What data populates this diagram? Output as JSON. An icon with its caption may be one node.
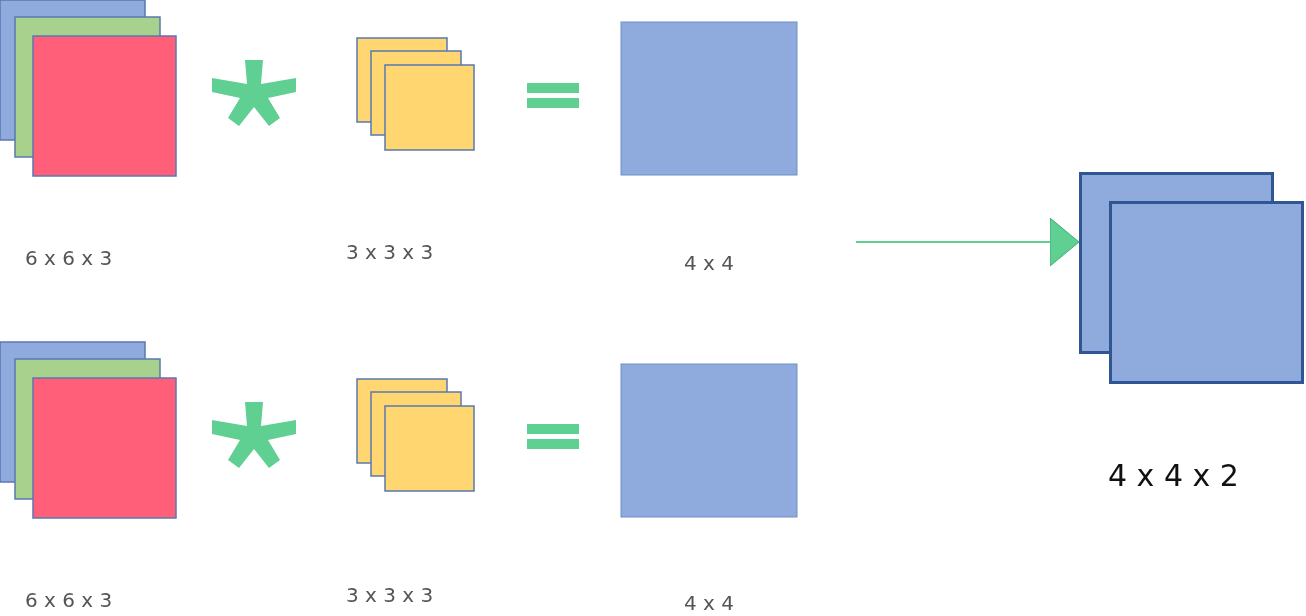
{
  "diagram": {
    "nodes": [
      {
        "text": [],
        "shape": "box"
      },
      {
        "text": [],
        "shape": "box"
      },
      {
        "text": [],
        "shape": "box"
      },
      {
        "text": [],
        "shape": "box"
      },
      {
        "text": [],
        "shape": "box"
      },
      {
        "text": [],
        "shape": "box"
      },
      {
        "text": [],
        "shape": "box"
      }
    ],
    "edges": [
      {
        "from": null,
        "to": 6,
        "arrow": "to"
      }
    ],
    "labels": [
      "6 x 6 x 3",
      "3 x 3 x 3",
      "4 x 4",
      "4 x 4 x 2",
      "6 x 6 x 3",
      "3 x 3 x 3",
      "4 x 4"
    ]
  }
}
